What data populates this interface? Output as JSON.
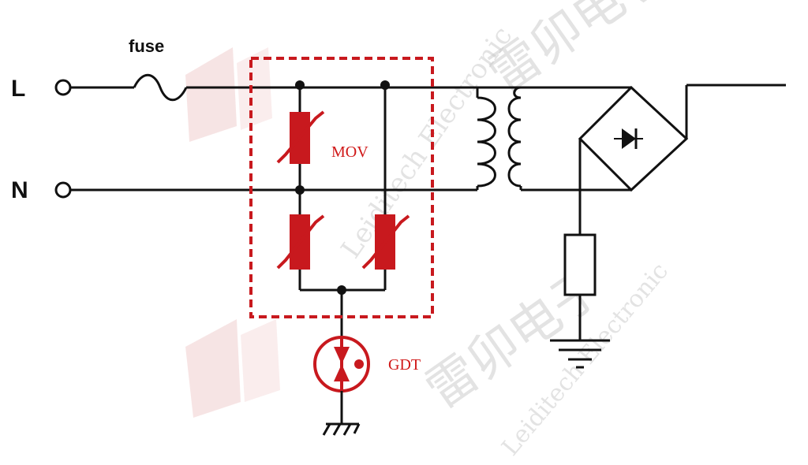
{
  "labels": {
    "line": "L",
    "neutral": "N",
    "fuse": "fuse",
    "mov": "MOV",
    "gdt": "GDT"
  },
  "watermark": {
    "cn": "雷卯电子",
    "en": "Leiditech Electronic"
  },
  "colors": {
    "wire": "#111111",
    "protection": "#c8191e",
    "watermark": "#c8c8c8"
  }
}
